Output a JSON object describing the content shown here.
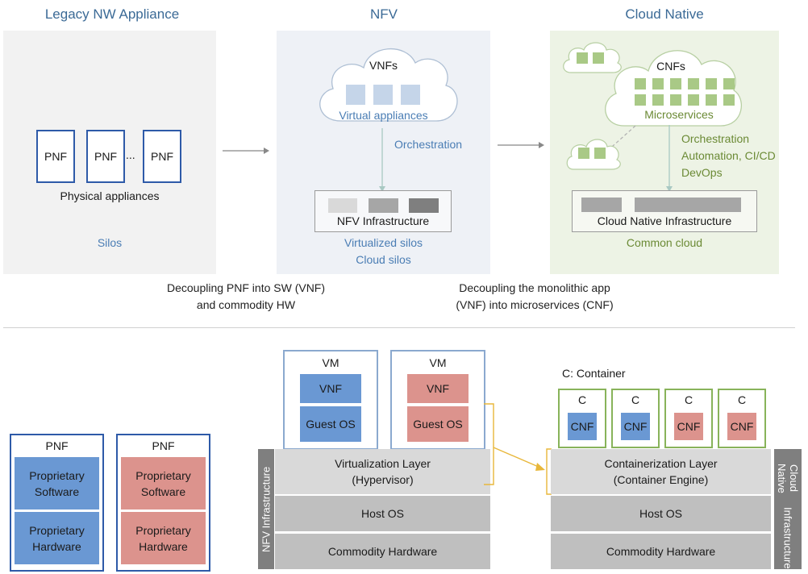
{
  "columns": {
    "legacy": {
      "title": "Legacy NW Appliance",
      "pnf": [
        "PNF",
        "PNF",
        "PNF"
      ],
      "ellipsis": "...",
      "label": "Physical appliances",
      "sublabel": "Silos"
    },
    "nfv": {
      "title": "NFV",
      "cloud": "VNFs",
      "cloud_sub": "Virtual appliances",
      "orchestration": "Orchestration",
      "infra": "NFV Infrastructure",
      "sub1": "Virtualized silos",
      "sub2": "Cloud silos"
    },
    "cloud": {
      "title": "Cloud Native",
      "cloud": "CNFs",
      "cloud_sub": "Microservices",
      "orch1": "Orchestration",
      "orch2": "Automation, CI/CD",
      "orch3": "DevOps",
      "infra": "Cloud Native Infrastructure",
      "sub": "Common cloud"
    }
  },
  "transitions": {
    "first": [
      "Decoupling PNF into SW (VNF)",
      "and commodity HW"
    ],
    "second": [
      "Decoupling the monolithic app",
      "(VNF) into microservices (CNF)"
    ]
  },
  "bottom": {
    "pnf_stacks": [
      {
        "title": "PNF",
        "software": [
          "Proprietary",
          "Software"
        ],
        "hardware": [
          "Proprietary",
          "Hardware"
        ],
        "color": "#6a98d3"
      },
      {
        "title": "PNF",
        "software": [
          "Proprietary",
          "Software"
        ],
        "hardware": [
          "Proprietary",
          "Hardware"
        ],
        "color": "#dc938d"
      }
    ],
    "vms": [
      {
        "title": "VM",
        "app": "VNF",
        "os": "Guest OS",
        "color": "#6a98d3"
      },
      {
        "title": "VM",
        "app": "VNF",
        "os": "Guest OS",
        "color": "#dc938d"
      }
    ],
    "nfv_layers": {
      "virt": [
        "Virtualization Layer",
        "(Hypervisor)"
      ],
      "host": "Host OS",
      "hw": "Commodity Hardware",
      "side": "NFV Infrastructure"
    },
    "container_legend": "C: Container",
    "containers": [
      {
        "title": "C",
        "app": "CNF",
        "color": "#6a98d3"
      },
      {
        "title": "C",
        "app": "CNF",
        "color": "#6a98d3"
      },
      {
        "title": "C",
        "app": "CNF",
        "color": "#dc938d"
      },
      {
        "title": "C",
        "app": "CNF",
        "color": "#dc938d"
      }
    ],
    "cn_layers": {
      "cont": [
        "Containerization Layer",
        "(Container Engine)"
      ],
      "host": "Host OS",
      "hw": "Commodity Hardware",
      "side": [
        "Cloud Native",
        "Infrastructure"
      ]
    }
  },
  "colors": {
    "legacy_panel": "#f2f2f2",
    "nfv_panel": "#eef1f6",
    "cloud_panel": "#edf3e5",
    "title_blue": "#3b6a96",
    "pnf_border": "#2e5aa8",
    "layer_light": "#d9d9d9",
    "layer_mid": "#bfbfbf",
    "side_bar": "#7f7f7f",
    "connector": "#e8b73a"
  }
}
